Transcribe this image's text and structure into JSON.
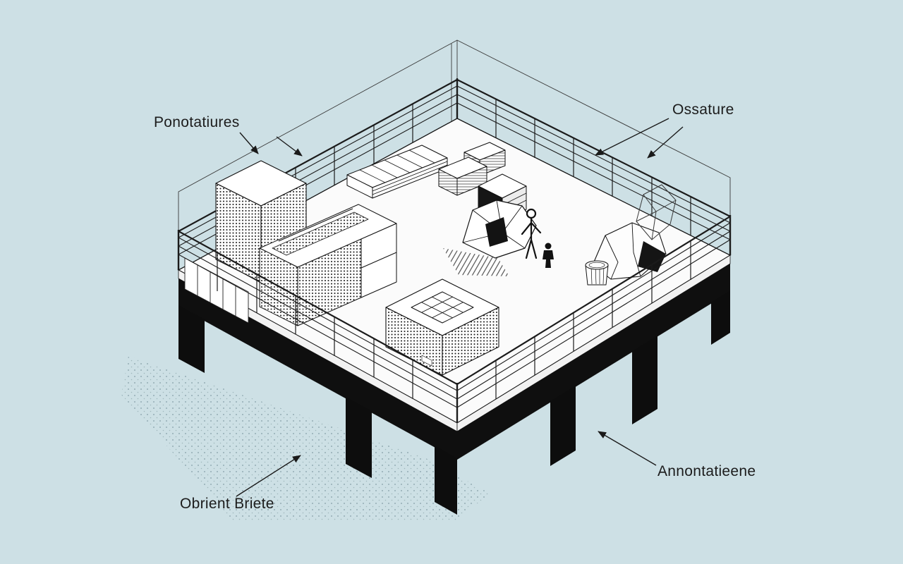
{
  "scene": {
    "background_color": "#cde0e5",
    "line_color": "#1a1a1a",
    "deck_color": "#fbfbfb",
    "fascia_color": "#0f0f0f"
  },
  "labels": {
    "top_left": "Ponotatiures",
    "top_right": "Ossature",
    "bottom_right": "Annontatieene",
    "bottom_left": "Obrient Briete"
  }
}
